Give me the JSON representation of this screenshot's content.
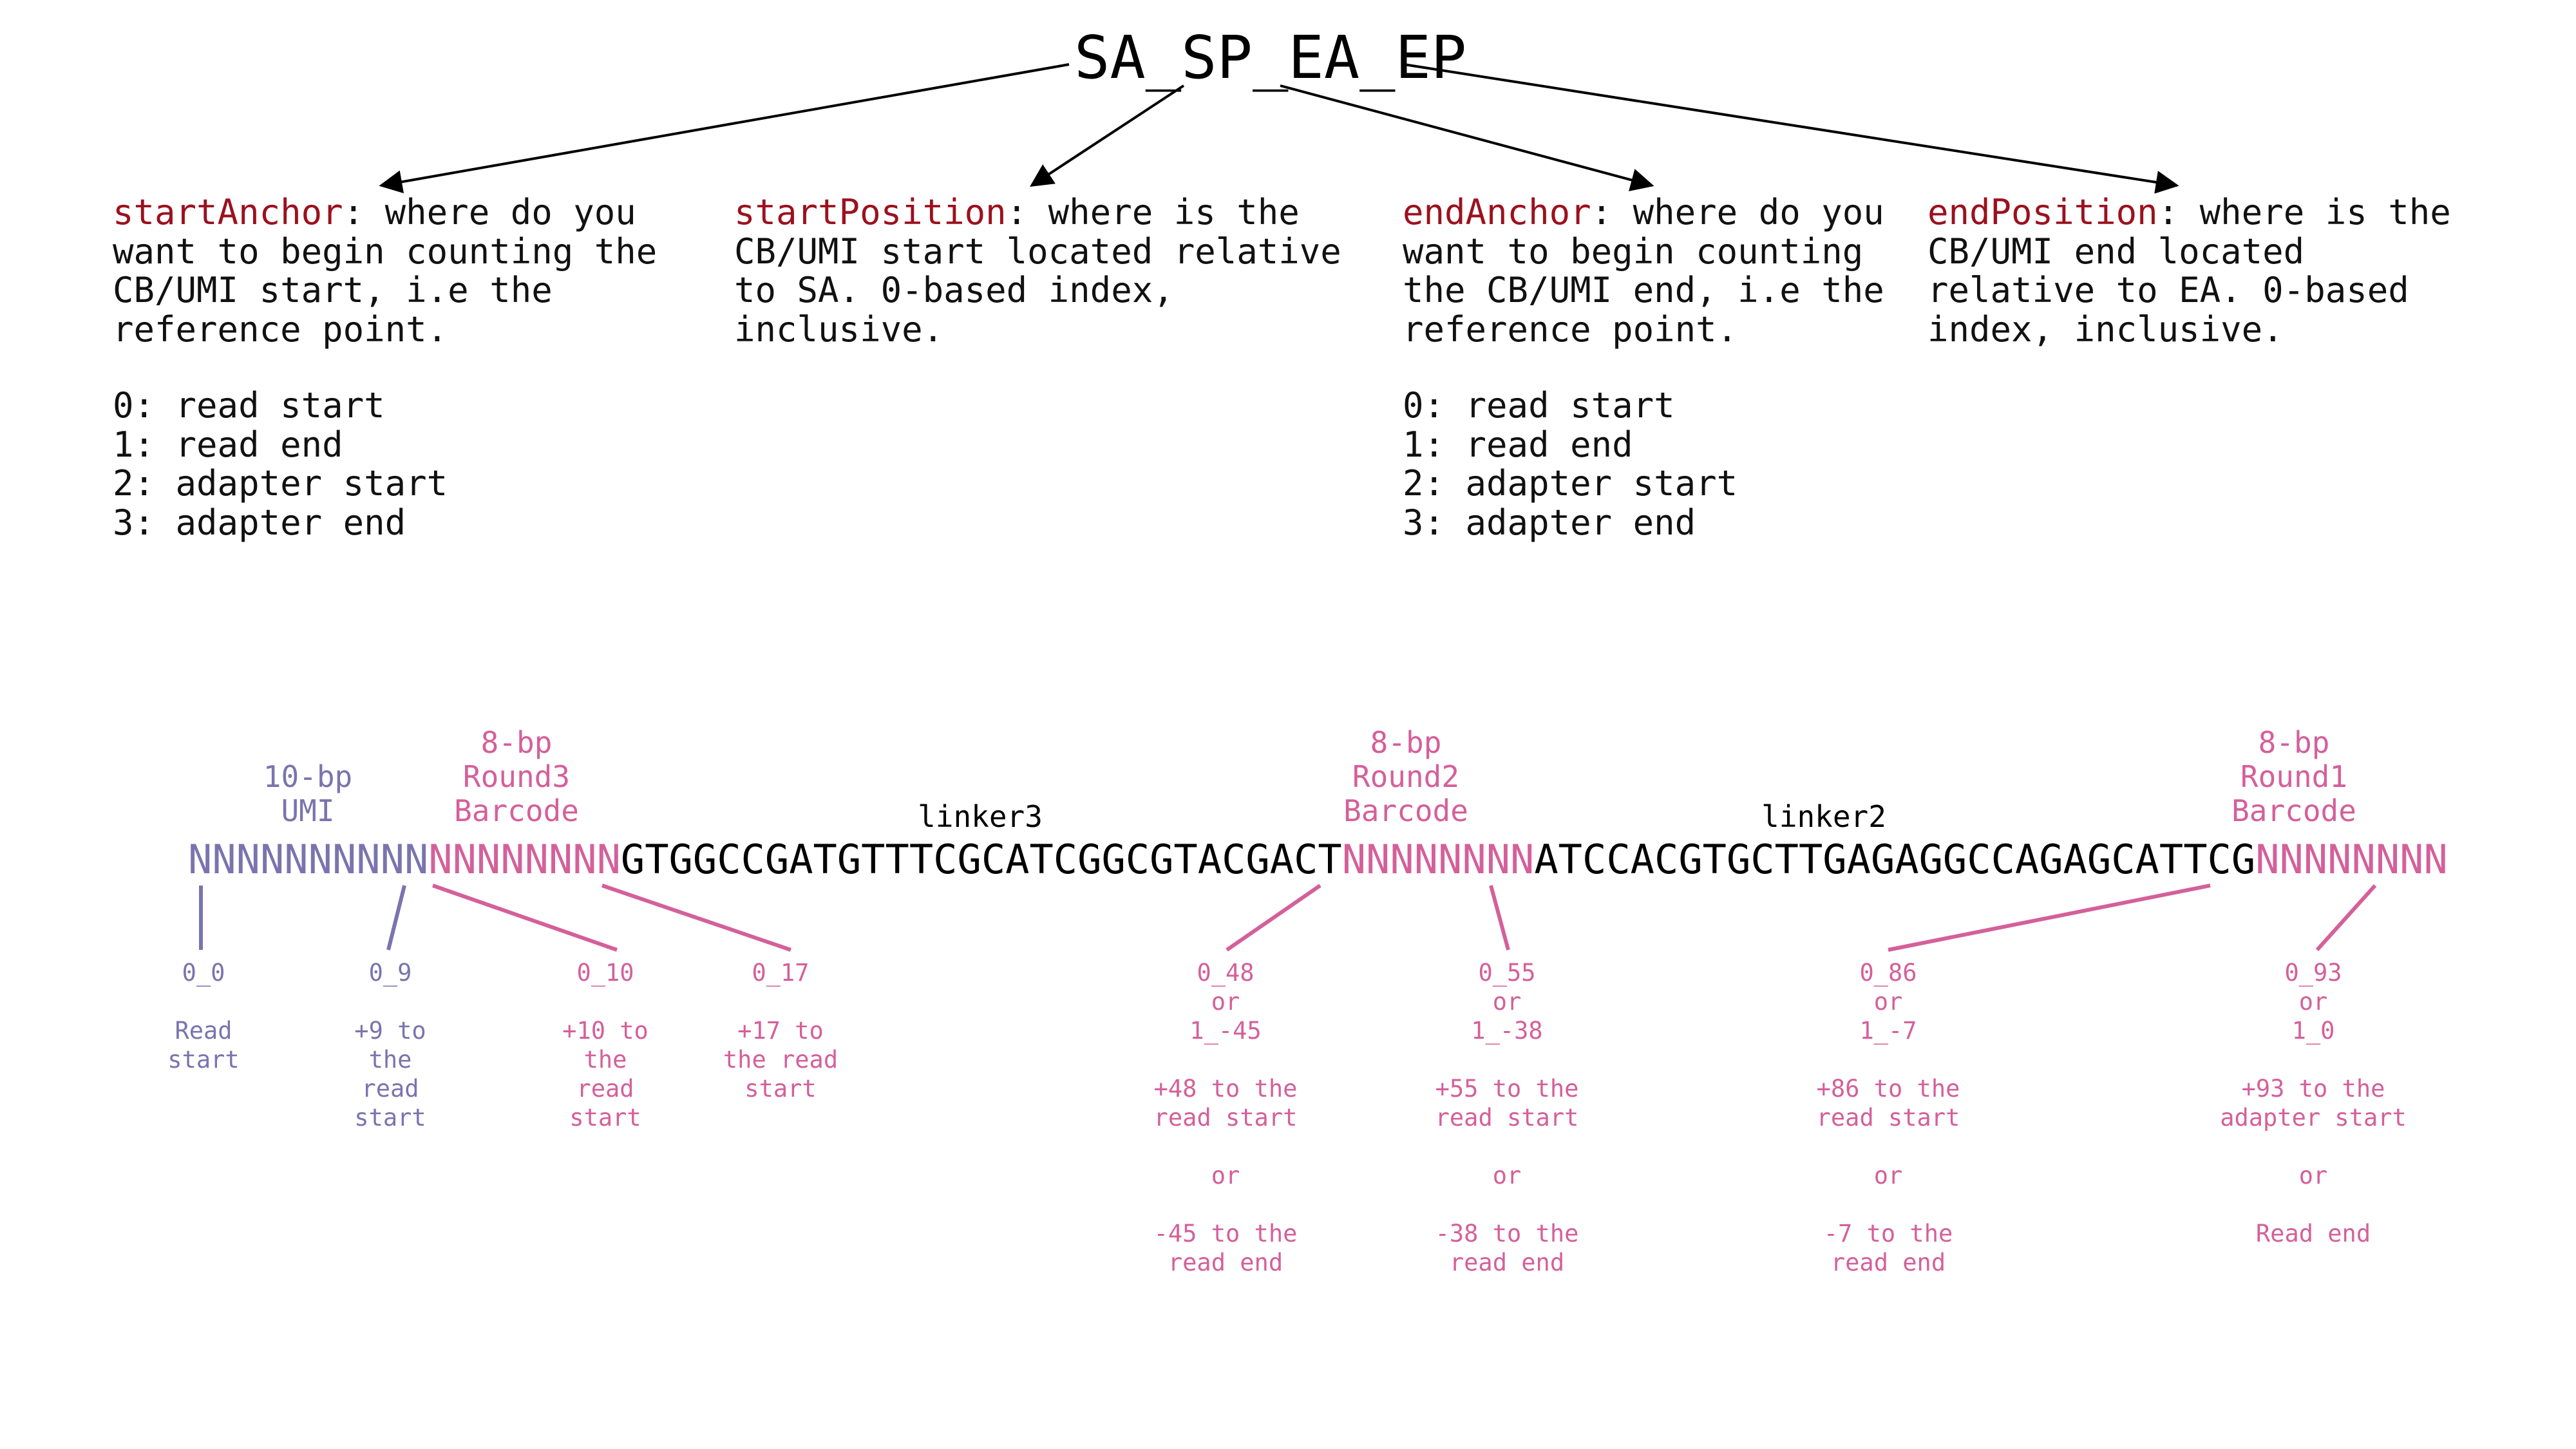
{
  "title": "SA_SP_EA_EP",
  "colors": {
    "anchor_key": "#9b111e",
    "umi": "#7a74ae",
    "barcode": "#d4609a",
    "text": "#111111"
  },
  "descriptions": [
    {
      "key": "startAnchor",
      "text": ": where do you\nwant to begin counting the\nCB/UMI start, i.e the\nreference point."
    },
    {
      "key": "startPosition",
      "text": ": where is the\nCB/UMI start located relative\nto SA. 0-based index,\ninclusive."
    },
    {
      "key": "endAnchor",
      "text": ": where do you\nwant to begin counting\nthe CB/UMI end, i.e the\nreference point."
    },
    {
      "key": "endPosition",
      "text": ": where is the\nCB/UMI end located\nrelative to EA. 0-based\nindex, inclusive."
    }
  ],
  "anchor_options": [
    "0: read start\n1: read end\n2: adapter start\n3: adapter end",
    "0: read start\n1: read end\n2: adapter start\n3: adapter end"
  ],
  "sequence": {
    "umi": "NNNNNNNNNN",
    "round3": "NNNNNNNN",
    "linker3": "GTGGCCGATGTTTCGCATCGGCGTACGACT",
    "round2": "NNNNNNNN",
    "linker2": "ATCCACGTGCTTGAGAGGCCAGAGCATTCG",
    "round1": "NNNNNNNN"
  },
  "segment_labels": {
    "umi": "10-bp\nUMI",
    "round3": "8-bp\nRound3\nBarcode",
    "linker3": "linker3",
    "round2": "8-bp\nRound2\nBarcode",
    "linker2": "linker2",
    "round1": "8-bp\nRound1\nBarcode"
  },
  "annotations": [
    {
      "code": "0_0",
      "note": "Read\nstart"
    },
    {
      "code": "0_9",
      "note": "+9 to\nthe\nread\nstart"
    },
    {
      "code": "0_10",
      "note": "+10 to\nthe\nread\nstart"
    },
    {
      "code": "0_17",
      "note": "+17 to\nthe read\nstart"
    },
    {
      "code": "0_48\nor\n1_-45",
      "note": "+48 to the\nread start\n\nor\n\n-45 to the\nread end"
    },
    {
      "code": "0_55\nor\n1_-38",
      "note": "+55 to the\nread start\n\nor\n\n-38 to the\nread end"
    },
    {
      "code": "0_86\nor\n1_-7",
      "note": "+86 to the\nread start\n\nor\n\n-7 to the\nread end"
    },
    {
      "code": "0_93\nor\n1_0",
      "note": "+93 to the\nadapter start\n\nor\n\nRead end"
    }
  ]
}
